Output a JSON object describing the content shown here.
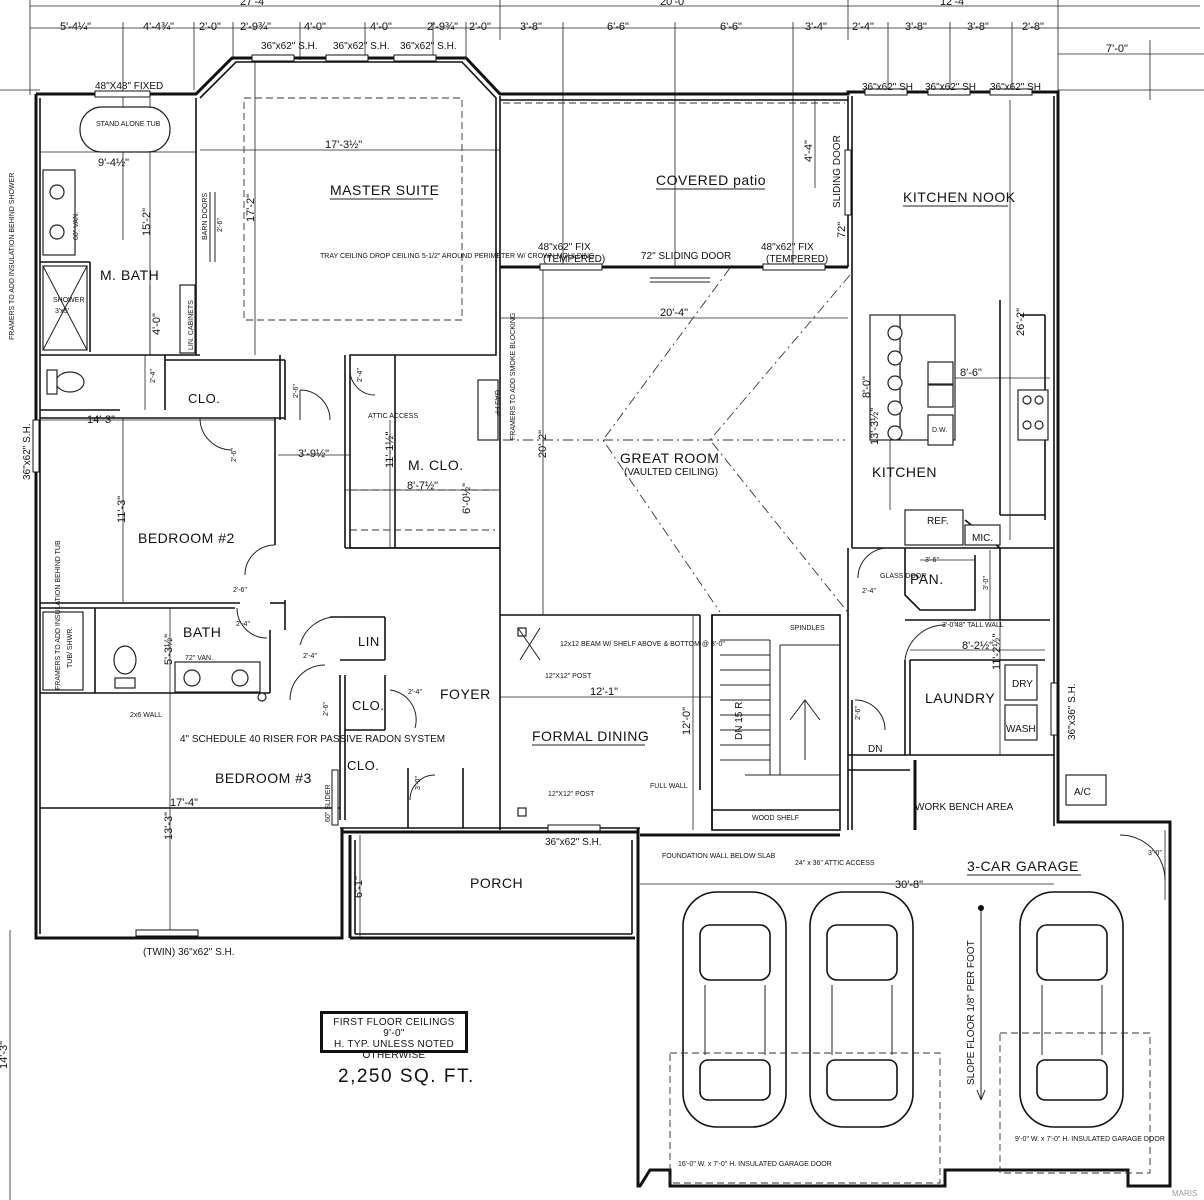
{
  "plan": {
    "rooms": {
      "master_suite": "MASTER SUITE",
      "covered_patio": "COVERED patio",
      "kitchen_nook": "KITCHEN NOOK",
      "m_bath": "M. BATH",
      "clo_1": "CLO.",
      "m_clo": "M. CLO.",
      "great_room": "GREAT ROOM",
      "great_room_sub": "(VAULTED CEILING)",
      "kitchen": "KITCHEN",
      "bedroom_2": "BEDROOM #2",
      "pan": "PAN.",
      "bath": "BATH",
      "lin": "LIN",
      "clo_2": "CLO.",
      "foyer": "FOYER",
      "laundry": "LAUNDRY",
      "formal_dining": "FORMAL DINING",
      "clo_3": "CLO.",
      "bedroom_3": "BEDROOM #3",
      "work_bench": "WORK BENCH AREA",
      "garage": "3-CAR GARAGE",
      "porch": "PORCH"
    },
    "top_dims_row1": [
      "27'-4\"",
      "20'-0\"",
      "12'-4\""
    ],
    "top_dims_row2": [
      "5'-4¼\"",
      "4'-4¾\"",
      "2'-0\"",
      "2'-9¾\"",
      "4'-0\"",
      "4'-0\"",
      "2'-9¾\"",
      "2'-0\"",
      "3'-8\"",
      "6'-6\"",
      "6'-6\"",
      "3'-4\"",
      "2'-4\"",
      "3'-8\"",
      "3'-8\"",
      "2'-8\""
    ],
    "right_dim": "7'-0\"",
    "left_dim": "14'-3\"",
    "windows": {
      "sh_master": "36\"x62\" S.H.",
      "fixed_48": "48\"X48\" FIXED",
      "sh_kitchen": "36\"x62\" SH",
      "fix_tempered": "48\"x62\" FIX",
      "tempered": "(TEMPERED)",
      "sliding_72": "72\" SLIDING DOOR",
      "sliding_door": "SLIDING DOOR",
      "sh_left": "36\"x62\" S.H.",
      "sh_laundry": "36\"x36\" S.H.",
      "sh_porch": "36\"x62\" S.H.",
      "twin": "(TWIN) 36\"x62\" S.H."
    },
    "fixtures": {
      "tub": "STAND ALONE TUB",
      "van_60": "60\" VAN.",
      "shower": "SHOWER",
      "shower_dim": "3'x5'",
      "lin_cabinets": "LIN. CABINETS",
      "barn_doors": "BARN DOORS",
      "tray": "TRAY CEILING DROP CEILING 5-1/2\" AROUND PERIMETER W/ CROWN MOULDING",
      "attic": "ATTIC ACCESS",
      "gas_fp": "GAS FP",
      "framers_top": "FRAMERS TO ADD INSULATION BEHIND SHOWER",
      "framers_fp": "FRAMERS TO ADD SMOKE BLOCKING",
      "dw": "D.W.",
      "ref": "REF.",
      "mic": "MIC.",
      "glass_door": "GLASS DOOR",
      "tub_shwr": "TUB/ SHWR.",
      "framers_bath": "FRAMERS TO ADD INSULATION BEHIND TUB",
      "van_72": "72\" VAN.",
      "wall_2x6": "2x6 WALL",
      "radon": "4\" SCHEDULE 40 RISER FOR PASSIVE RADON SYSTEM",
      "beam": "12x12 BEAM W/ SHELF ABOVE & BOTTOM @ 8'-0\"",
      "post1": "12\"X12\" POST",
      "post2": "12\"X12\" POST",
      "full_wall": "FULL WALL",
      "spindles": "SPINDLES",
      "wood_shelf": "WOOD SHELF",
      "dn15r": "DN 15 R",
      "tall_wall": "48\" TALL WALL",
      "dry": "DRY",
      "wash": "WASH.",
      "dn": "DN",
      "ac": "A/C",
      "slider_60": "60\" SLIDER",
      "foundation": "FOUNDATION WALL BELOW SLAB",
      "attic_garage": "24\" x 36\" ATTIC ACCESS",
      "slope": "SLOPE FLOOR 1/8\" PER FOOT",
      "garage_door_16": "16'-0\" W. x 7'-0\" H. INSULATED GARAGE DOOR",
      "garage_door_9": "9'-0\" W. x 7'-0\" H. INSULATED GARAGE DOOR"
    },
    "dims": {
      "tub_w": "9'-4½\"",
      "mbath_h": "15'-2\"",
      "master_w": "17'-3½\"",
      "master_h": "17'-2\"",
      "barn_w": "2'-6\"",
      "patio_h": "4'-4\"",
      "patio_door": "72\"",
      "kitchen_h": "26'-2\"",
      "great_w": "20'-4\"",
      "kitchen_w": "8'-6\"",
      "kitchen_h2": "8'-0\"",
      "island": "13'-3½\"",
      "m4": "4'-0\"",
      "m24a": "2'-4\"",
      "cl26": "2'-6\"",
      "cl24": "2'-4\"",
      "bed2_w": "14'-3\"",
      "mclo_w": "3'-9½\"",
      "mclo_h": "11'-1½\"",
      "mclo_w2": "8'-7½\"",
      "mclo_6": "6'-0½\"",
      "great_h": "20'-2\"",
      "bed2_h": "11'-3\"",
      "b26": "2'-6\"",
      "pan_w": "3'-6\"",
      "pan_24": "2'-4\"",
      "pan_30": "3'-0\"",
      "b24": "2'-4\"",
      "lin_24": "2'-4\"",
      "lnd_30": "3'-0\"",
      "lnd_w": "8'-2½\"",
      "lnd_h": "11'-2½\"",
      "bath_h": "5'-3½\"",
      "dining_w": "12'-1\"",
      "dining_h": "12'-0\"",
      "clo_24": "2'-4\"",
      "clo_26": "2'-6\"",
      "door_30": "3'-0\"",
      "bed3_w": "17'-4\"",
      "bed3_h": "13'-3\"",
      "porch_h": "6'-1\"",
      "garage_w": "30'-8\"",
      "garage_30": "3'-0\"",
      "dn_26": "2'-6\""
    },
    "note": [
      "FIRST FLOOR CEILINGS 9'-0\"",
      "H. TYP. UNLESS NOTED",
      "OTHERWISE"
    ],
    "area": "2,250 SQ. FT.",
    "watermark": "MARIS"
  }
}
